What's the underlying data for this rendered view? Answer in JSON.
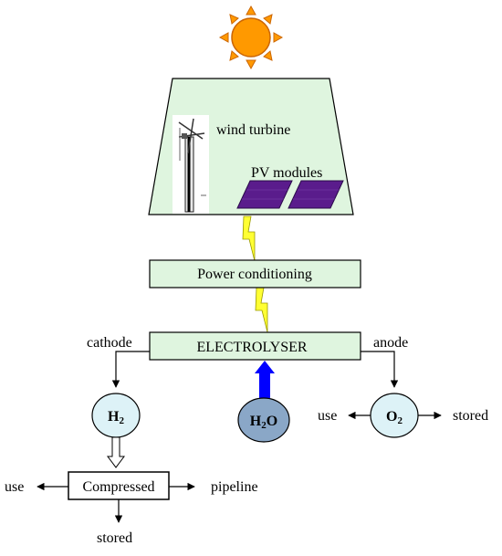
{
  "labels": {
    "wind_turbine": "wind turbine",
    "pv_modules": "PV modules",
    "power_conditioning": "Power conditioning",
    "electrolyser": "ELECTROLYSER",
    "cathode": "cathode",
    "anode": "anode",
    "h2_main": "H",
    "h2_sub": "2",
    "h2o_h": "H",
    "h2o_sub": "2",
    "h2o_o": "O",
    "o2_main": "O",
    "o2_sub": "2",
    "o2_use": "use",
    "o2_stored": "stored",
    "compressed": "Compressed",
    "h2_use": "use",
    "pipeline": "pipeline",
    "h2_stored": "stored"
  },
  "colors": {
    "panel_fill": "#dff5df",
    "sun": "#ff9900",
    "pv": "#5a1c8c",
    "h2_bubble": "#ddf2f7",
    "h2o_bubble": "#8aa7c7",
    "o2_bubble": "#ddf2f7",
    "water_arrow": "#0000ff",
    "bolt": "#ffff33"
  }
}
